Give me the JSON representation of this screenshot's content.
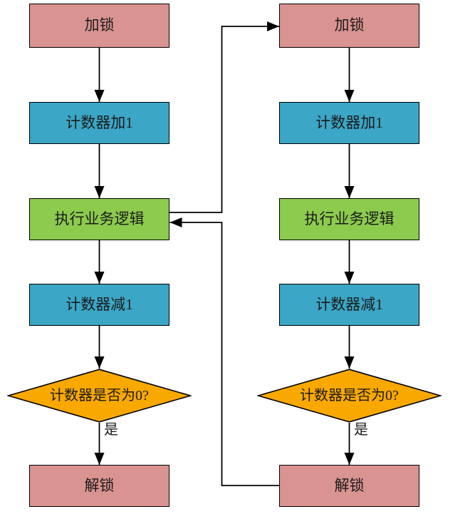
{
  "colors": {
    "lock": "#d99390",
    "counter": "#3ba6c6",
    "logic": "#8ccb4e",
    "decision": "#f9a800",
    "edge": "#000000",
    "text": "#1b1b1b",
    "background": "#ffffff"
  },
  "flowchart": {
    "left": {
      "nodes": [
        {
          "id": "lock",
          "type": "rect",
          "label": "加锁"
        },
        {
          "id": "increment",
          "type": "rect",
          "label": "计数器加1"
        },
        {
          "id": "logic",
          "type": "rect",
          "label": "执行业务逻辑"
        },
        {
          "id": "decrement",
          "type": "rect",
          "label": "计数器减1"
        },
        {
          "id": "decision",
          "type": "diamond",
          "label": "计数器是否为0?"
        },
        {
          "id": "unlock",
          "type": "rect",
          "label": "解锁"
        }
      ],
      "yes_label": "是"
    },
    "right": {
      "nodes": [
        {
          "id": "lock",
          "type": "rect",
          "label": "加锁"
        },
        {
          "id": "increment",
          "type": "rect",
          "label": "计数器加1"
        },
        {
          "id": "logic",
          "type": "rect",
          "label": "执行业务逻辑"
        },
        {
          "id": "decrement",
          "type": "rect",
          "label": "计数器减1"
        },
        {
          "id": "decision",
          "type": "diamond",
          "label": "计数器是否为0?"
        },
        {
          "id": "unlock",
          "type": "rect",
          "label": "解锁"
        }
      ],
      "yes_label": "是"
    },
    "cross_edges": [
      {
        "from": "left.logic",
        "to": "right.lock"
      },
      {
        "from": "right.unlock",
        "to": "left.logic"
      }
    ]
  }
}
